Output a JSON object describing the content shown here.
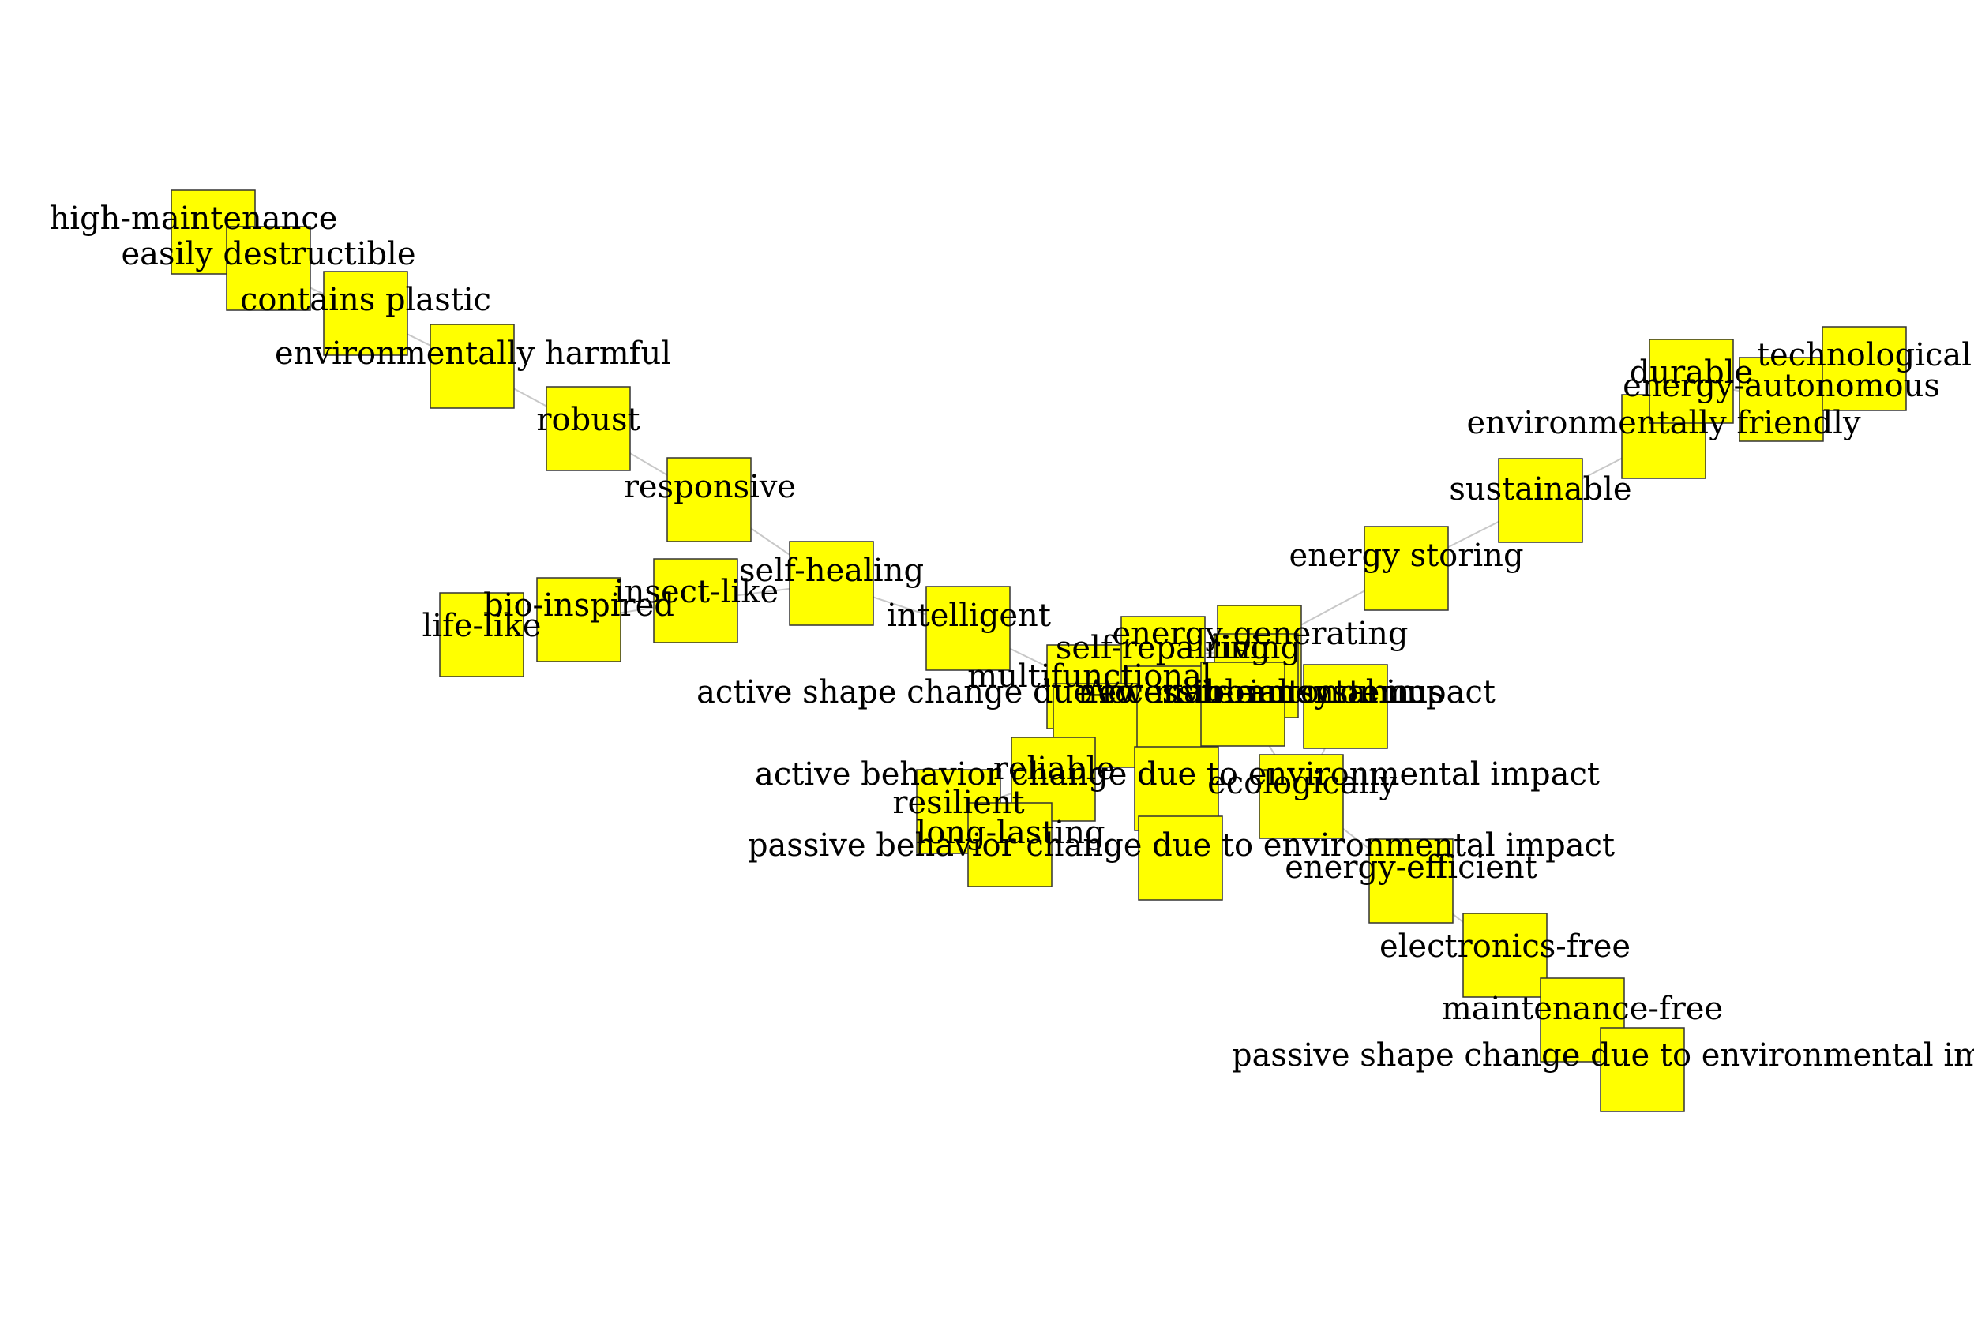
{
  "diagram": {
    "node_fill": "#ffff00",
    "node_stroke": "#333333",
    "edge_color": "#c8c8c8",
    "nodes": [
      {
        "id": "high-maintenance",
        "label": "high-maintenance"
      },
      {
        "id": "easily-destructible",
        "label": "easily destructible"
      },
      {
        "id": "contains-plastic",
        "label": "contains plastic"
      },
      {
        "id": "environmentally-harmful",
        "label": "environmentally harmful"
      },
      {
        "id": "robust",
        "label": "robust"
      },
      {
        "id": "responsive",
        "label": "responsive"
      },
      {
        "id": "self-healing",
        "label": "self-healing"
      },
      {
        "id": "intelligent",
        "label": "intelligent"
      },
      {
        "id": "insect-like",
        "label": "insect-like"
      },
      {
        "id": "bio-inspired",
        "label": "bio-inspired"
      },
      {
        "id": "life-like",
        "label": "life-like"
      },
      {
        "id": "multifunctional",
        "label": "multifunctional"
      },
      {
        "id": "self-repairing",
        "label": "self-repairing"
      },
      {
        "id": "energy-generating",
        "label": "energy generating"
      },
      {
        "id": "living",
        "label": "living"
      },
      {
        "id": "accessible",
        "label": "Accessible"
      },
      {
        "id": "new-material-system",
        "label": "new material system"
      },
      {
        "id": "autonomous",
        "label": "autonomous"
      },
      {
        "id": "active-shape-change",
        "label": "active shape change due to environmental impact"
      },
      {
        "id": "reliable",
        "label": "reliable"
      },
      {
        "id": "active-behavior-change",
        "label": "active behavior change due to environmental impact"
      },
      {
        "id": "ecologically",
        "label": "ecologically"
      },
      {
        "id": "resilient",
        "label": "resilient"
      },
      {
        "id": "long-lasting",
        "label": "long-lasting"
      },
      {
        "id": "passive-behavior-change",
        "label": "passive behavior change due to environmental impact"
      },
      {
        "id": "energy-efficient",
        "label": "energy-efficient"
      },
      {
        "id": "electronics-free",
        "label": "electronics-free"
      },
      {
        "id": "maintenance-free",
        "label": "maintenance-free"
      },
      {
        "id": "passive-shape-change",
        "label": "passive shape change due to environmental impact"
      },
      {
        "id": "energy-storing",
        "label": "energy storing"
      },
      {
        "id": "sustainable",
        "label": "sustainable"
      },
      {
        "id": "environmentally-friendly",
        "label": "environmentally friendly"
      },
      {
        "id": "durable",
        "label": "durable"
      },
      {
        "id": "energy-autonomous",
        "label": "energy-autonomous"
      },
      {
        "id": "technological",
        "label": "technological"
      }
    ],
    "edges": [
      [
        "high-maintenance",
        "easily-destructible"
      ],
      [
        "easily-destructible",
        "contains-plastic"
      ],
      [
        "contains-plastic",
        "environmentally-harmful"
      ],
      [
        "environmentally-harmful",
        "robust"
      ],
      [
        "robust",
        "responsive"
      ],
      [
        "responsive",
        "self-healing"
      ],
      [
        "self-healing",
        "intelligent"
      ],
      [
        "intelligent",
        "multifunctional"
      ],
      [
        "life-like",
        "bio-inspired"
      ],
      [
        "bio-inspired",
        "insect-like"
      ],
      [
        "insect-like",
        "self-healing"
      ],
      [
        "multifunctional",
        "self-repairing"
      ],
      [
        "self-repairing",
        "energy-generating"
      ],
      [
        "energy-generating",
        "energy-storing"
      ],
      [
        "energy-storing",
        "sustainable"
      ],
      [
        "sustainable",
        "environmentally-friendly"
      ],
      [
        "environmentally-friendly",
        "durable"
      ],
      [
        "durable",
        "energy-autonomous"
      ],
      [
        "energy-autonomous",
        "technological"
      ],
      [
        "multifunctional",
        "reliable"
      ],
      [
        "reliable",
        "resilient"
      ],
      [
        "reliable",
        "long-lasting"
      ],
      [
        "accessible",
        "active-behavior-change"
      ],
      [
        "active-behavior-change",
        "passive-behavior-change"
      ],
      [
        "new-material-system",
        "ecologically"
      ],
      [
        "ecologically",
        "energy-efficient"
      ],
      [
        "energy-efficient",
        "electronics-free"
      ],
      [
        "electronics-free",
        "maintenance-free"
      ],
      [
        "maintenance-free",
        "passive-shape-change"
      ],
      [
        "autonomous",
        "ecologically"
      ],
      [
        "living",
        "new-material-system"
      ]
    ]
  }
}
